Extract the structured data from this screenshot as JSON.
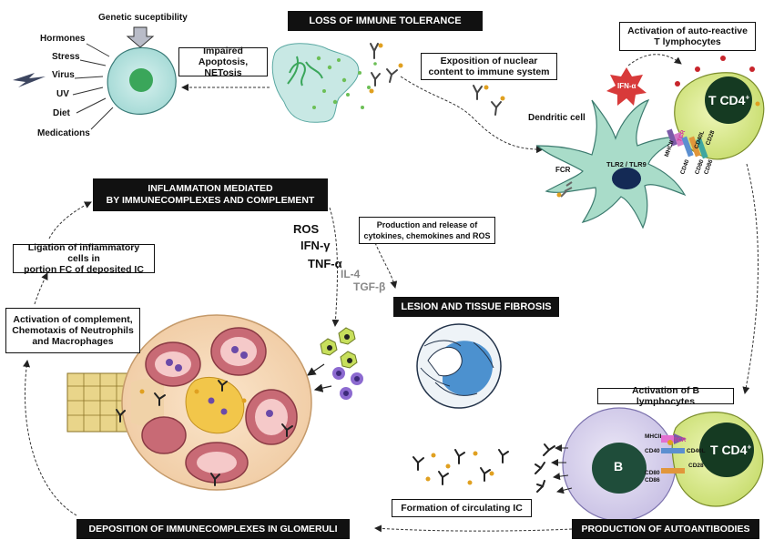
{
  "top": {
    "loss_immune_tolerance": "LOSS OF IMMUNE TOLERANCE",
    "genetic": "Genetic suceptibility",
    "impaired": "Impaired\nApoptosis, NETosis",
    "exposition": "Exposition of nuclear\ncontent to immune system",
    "activation_t": "Activation of auto-reactive\nT lymphocytes",
    "factors": [
      "Hormones",
      "Stress",
      "Virus",
      "UV",
      "Diet",
      "Medications"
    ]
  },
  "dendritic": {
    "label": "Dendritic cell",
    "fcr": "FCR",
    "tlr": "TLR2 / TLR9",
    "ifn": "IFN-α",
    "tcd4": "T CD4",
    "tcd4_sup": "+",
    "receptors": [
      "MHCII",
      "TCR",
      "CD40L",
      "CD28",
      "CD40",
      "CD80",
      "CD86"
    ]
  },
  "middle": {
    "inflammation": "INFLAMMATION MEDIATED\nBY IMMUNECOMPLEXES AND COMPLEMENT",
    "production_release": "Production and release of\ncytokines, chemokines and ROS",
    "ligation": "Ligation of inflammatory cells in\nportion FC of deposited IC",
    "activation_complement": "Activation of complement,\nChemotaxis of Neutrophils\nand Macrophages",
    "lesion": "LESION AND TISSUE FIBROSIS",
    "cytokines": [
      "ROS",
      "IFN-γ",
      "TNF-α"
    ],
    "cytokines_grey": [
      "IL-4",
      "TGF-β"
    ]
  },
  "bottom": {
    "activation_b": "Activation of B lymphocytes",
    "formation": "Formation of circulating IC",
    "deposition": "DEPOSITION OF IMMUNECOMPLEXES IN GLOMERULI",
    "production_auto": "PRODUCTION OF AUTOANTIBODIES",
    "b_label": "B",
    "tcd4": "T CD4",
    "tcd4_sup": "+",
    "receptors": [
      "MHCII",
      "TCR",
      "CD40",
      "CD40L",
      "CD80",
      "CD86",
      "CD28"
    ]
  },
  "colors": {
    "cell_cyan": "#b4e2df",
    "nucleus_green": "#3aa65a",
    "dendritic_fill": "#a9dcc9",
    "tcell_fill": "#d8e98a",
    "tcell_nucleus": "#153a22",
    "bcell_fill": "#d9d3ee",
    "bcell_nucleus": "#1f4d3a",
    "glomerulus_tan": "#f4d8b6",
    "glomerulus_red": "#c86a75",
    "ifn_red": "#d83a3a",
    "fibrosis_blue": "#2f7fc8"
  }
}
